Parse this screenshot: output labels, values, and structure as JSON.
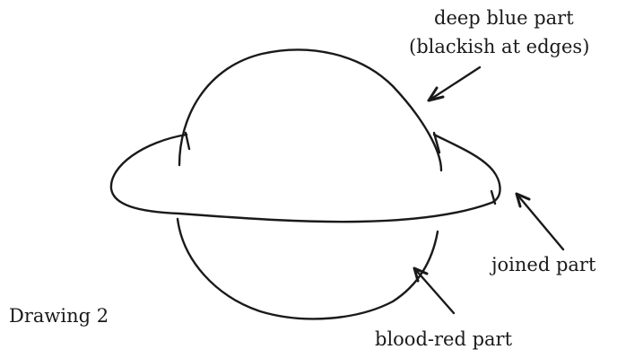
{
  "caption": "Drawing 2",
  "labels": {
    "deep_blue_line1": "deep blue part",
    "deep_blue_line2": "(blackish at edges)",
    "joined": "joined part",
    "blood_red": "blood-red part"
  },
  "colors": {
    "ink": "#1a1a1a",
    "paper": "#ffffff"
  }
}
